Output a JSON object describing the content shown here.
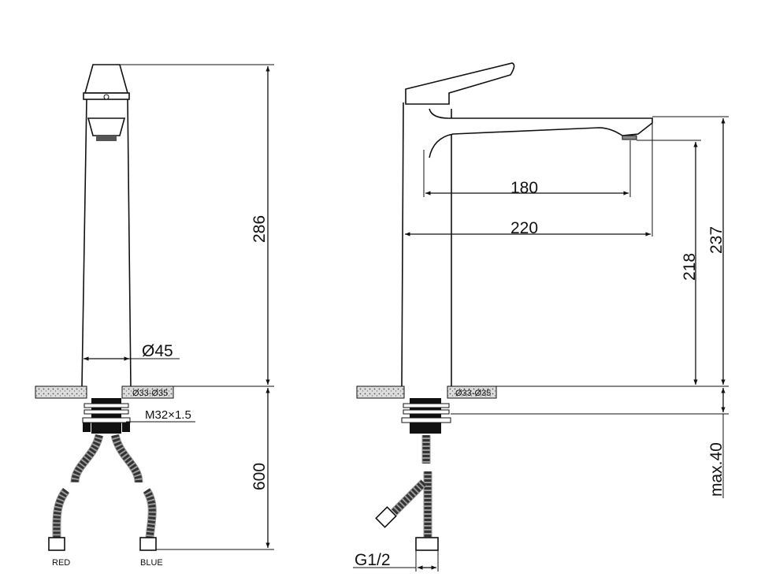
{
  "front_view": {
    "height_label": "286",
    "diameter_label": "Ø45",
    "hole_label": "Ø33-Ø35",
    "thread_label": "M32×1.5",
    "hose_length_label": "600",
    "hose_left_label": "RED",
    "hose_right_label": "BLUE"
  },
  "side_view": {
    "reach_inner_label": "180",
    "reach_outer_label": "220",
    "spout_height_label": "218",
    "total_height_label": "237",
    "hole_label": "Ø33-Ø35",
    "max_thickness_label": "max.40",
    "connection_label": "G1/2"
  }
}
